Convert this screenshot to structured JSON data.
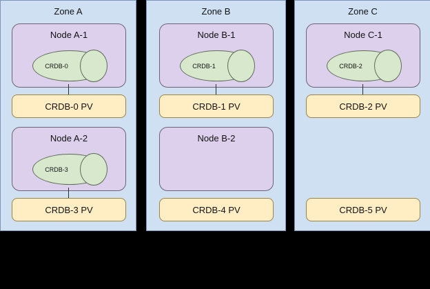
{
  "diagram": {
    "background_color": "#000000",
    "zone_fill": "#cfe0f2",
    "node_fill": "#ddd0ec",
    "pv_fill": "#ffeec3",
    "db_fill": "#d7e8cd"
  },
  "zones": [
    {
      "title": "Zone A",
      "nodes": [
        {
          "title": "Node A-1",
          "database": "CRDB-0",
          "has_database": true,
          "connected": true
        },
        {
          "title": "Node A-2",
          "database": "CRDB-3",
          "has_database": true,
          "connected": true
        }
      ],
      "volumes": [
        {
          "label": "CRDB-0 PV"
        },
        {
          "label": "CRDB-3 PV"
        }
      ]
    },
    {
      "title": "Zone B",
      "nodes": [
        {
          "title": "Node B-1",
          "database": "CRDB-1",
          "has_database": true,
          "connected": true
        },
        {
          "title": "Node B-2",
          "database": "",
          "has_database": false,
          "connected": false
        }
      ],
      "volumes": [
        {
          "label": "CRDB-1 PV"
        },
        {
          "label": "CRDB-4 PV"
        }
      ]
    },
    {
      "title": "Zone C",
      "nodes": [
        {
          "title": "Node C-1",
          "database": "CRDB-2",
          "has_database": true,
          "connected": true
        }
      ],
      "volumes": [
        {
          "label": "CRDB-2 PV"
        },
        {
          "label": "CRDB-5 PV"
        }
      ]
    }
  ]
}
